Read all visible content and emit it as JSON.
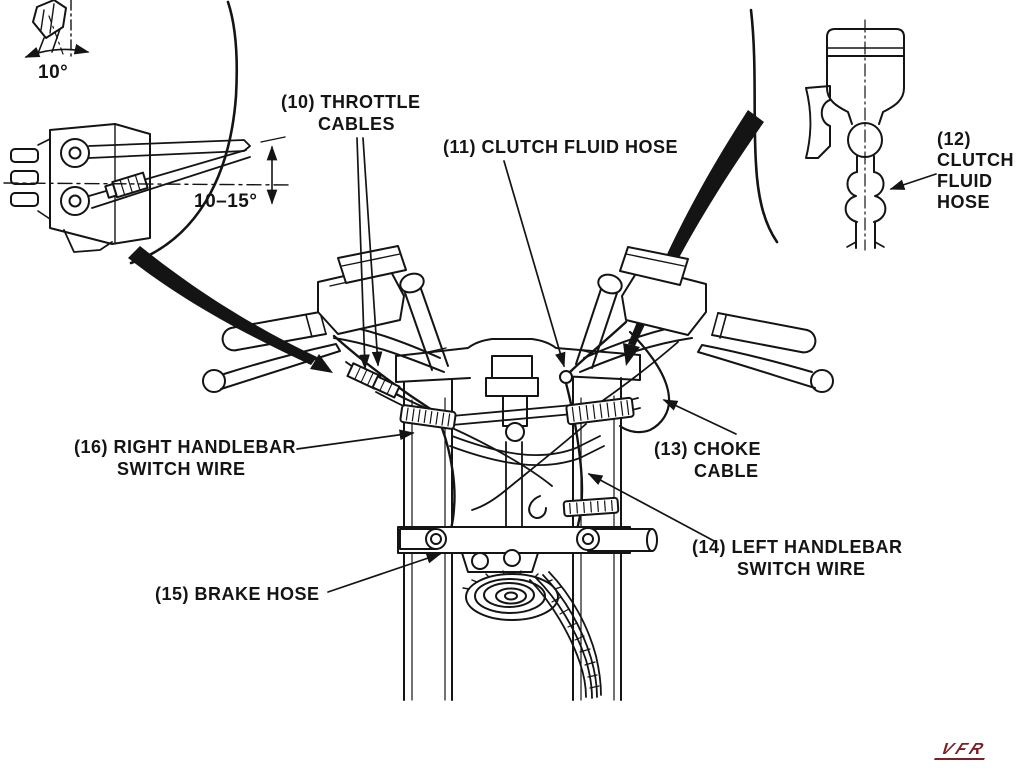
{
  "page": {
    "background": "#ffffff",
    "ink": "#141414",
    "description": "Motorcycle handlebar cable and hose routing diagram"
  },
  "callouts": {
    "c10": {
      "line1": "(10) THROTTLE",
      "line2": "CABLES"
    },
    "c11": {
      "text": "(11) CLUTCH FLUID HOSE"
    },
    "c12": {
      "line1": "(12)",
      "line2": "CLUTCH",
      "line3": "FLUID",
      "line4": "HOSE"
    },
    "c13": {
      "line1": "(13) CHOKE",
      "line2": "CABLE"
    },
    "c14": {
      "line1": "(14) LEFT HANDLEBAR",
      "line2": "SWITCH WIRE"
    },
    "c15": {
      "text": "(15) BRAKE HOSE"
    },
    "c16": {
      "line1": "(16) RIGHT HANDLEBAR",
      "line2": "SWITCH WIRE"
    }
  },
  "dimensions": {
    "lever_angle": "10°",
    "cable_angle": "10–15°"
  },
  "logo": {
    "text": "VFR",
    "color": "#7B2023"
  }
}
